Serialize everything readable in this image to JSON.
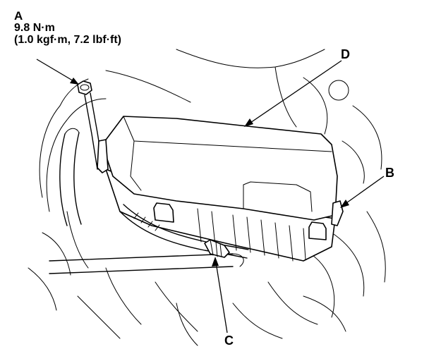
{
  "callouts": {
    "a": {
      "letter": "A",
      "torque_nm": "9.8 N·m",
      "torque_alt": "(1.0 kgf·m, 7.2 lbf·ft)"
    },
    "b": {
      "letter": "B"
    },
    "c": {
      "letter": "C"
    },
    "d": {
      "letter": "D"
    }
  }
}
